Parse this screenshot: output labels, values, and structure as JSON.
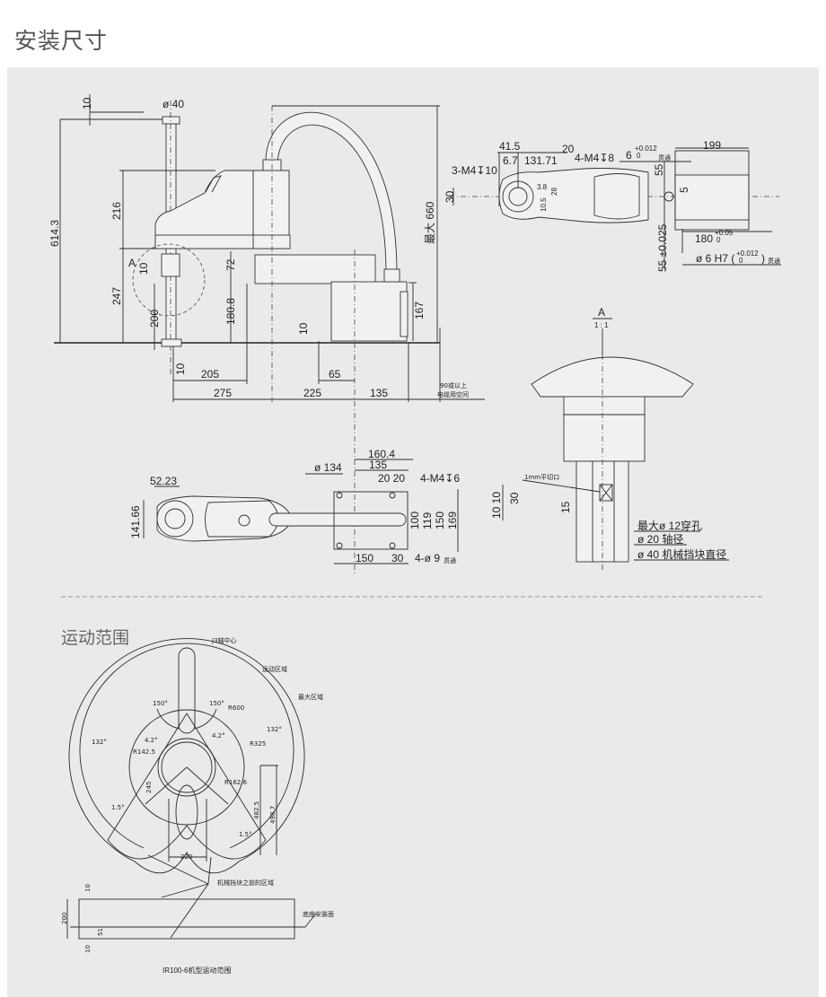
{
  "page_title": "安装尺寸",
  "side_view": {
    "labels": [
      "10",
      "ø 40",
      "614.3",
      "216",
      "247",
      "A",
      "10",
      "200",
      "72",
      "180.8",
      "10",
      "10",
      "205",
      "275",
      "65",
      "225",
      "135",
      "最大 660",
      "167",
      "90或以上",
      "电缆用空间"
    ]
  },
  "top_view": {
    "labels": [
      "3-M4↧10",
      "41.5",
      "6.7",
      "131.71",
      "20",
      "4-M4↧8",
      "6",
      "+0.012",
      "0",
      "贯通",
      "199",
      "55",
      "5",
      "30",
      "3.8",
      "10.5",
      "28",
      "55 ±0.025",
      "180",
      "+0.05",
      "0",
      "ø 6 H7 (",
      "+0.012",
      "0",
      ")",
      "贯通"
    ]
  },
  "bottom_view": {
    "labels": [
      "52.23",
      "141.66",
      "ø 134",
      "160.4",
      "135",
      "20 20",
      "4-M4↧6",
      "100",
      "119",
      "150",
      "169",
      "150",
      "30",
      "4-ø 9",
      "贯通"
    ]
  },
  "detail_a": {
    "labels": [
      "A",
      "1 : 1",
      "1mm平切口",
      "30",
      "10 10",
      "15",
      "最大ø 12穿孔",
      "ø 20 轴径",
      "ø 40 机械挡块直径"
    ]
  },
  "motion_range": {
    "title": "运动范围",
    "labels": [
      "J3轴中心",
      "运动区域",
      "R600",
      "最大区域",
      "150°",
      "150°",
      "132°",
      "132°",
      "4.2°",
      "4.2°",
      "R325",
      "R142.5",
      "R162.6",
      "245",
      "482.5",
      "498.7",
      "1.5°",
      "1.5°",
      "220",
      "机械挡块之前的区域",
      "10",
      "200",
      "51",
      "10",
      "底座安装面"
    ],
    "caption": "IR100-6机型运动范围"
  }
}
